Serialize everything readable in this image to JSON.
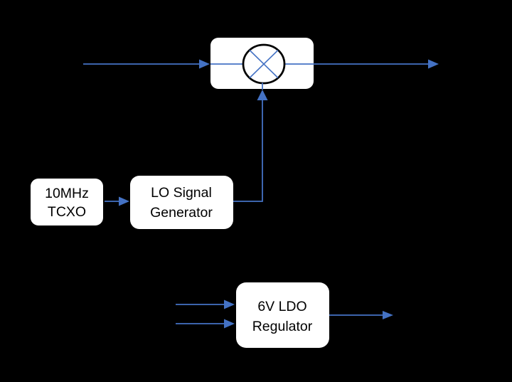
{
  "colors": {
    "background": "#000000",
    "connector": "#4472C4",
    "node_fill": "#ffffff",
    "node_stroke": "#000000",
    "label_color": "#000000"
  },
  "nodes": {
    "mixer": {
      "icon": "mixer-multiply-icon"
    },
    "tcxo": {
      "line1": "10MHz",
      "line2": "TCXO"
    },
    "lo_generator": {
      "line1": "LO Signal",
      "line2": "Generator"
    },
    "ldo_regulator": {
      "line1": "6V LDO",
      "line2": "Regulator"
    }
  }
}
